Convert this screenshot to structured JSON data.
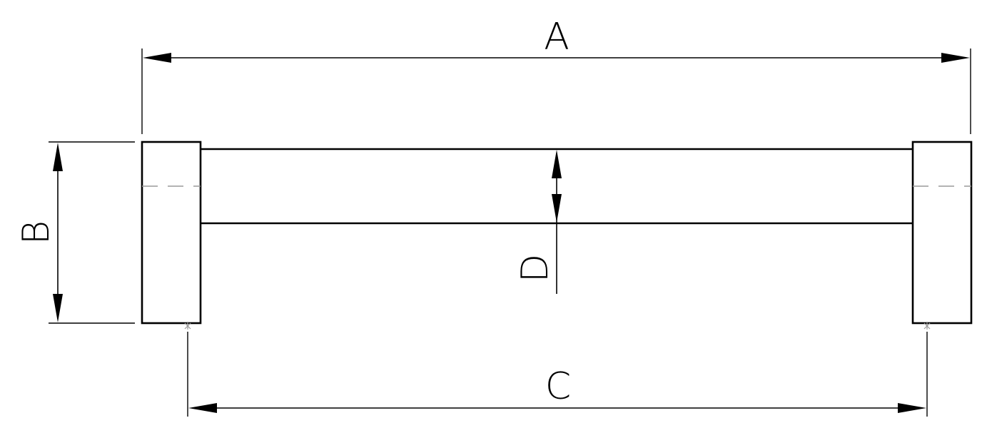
{
  "dimensions": {
    "a": "A",
    "b": "B",
    "c": "C",
    "d": "D"
  },
  "colors": {
    "line": "#000000",
    "hidden": "#9a9a9a",
    "background": "#ffffff"
  }
}
